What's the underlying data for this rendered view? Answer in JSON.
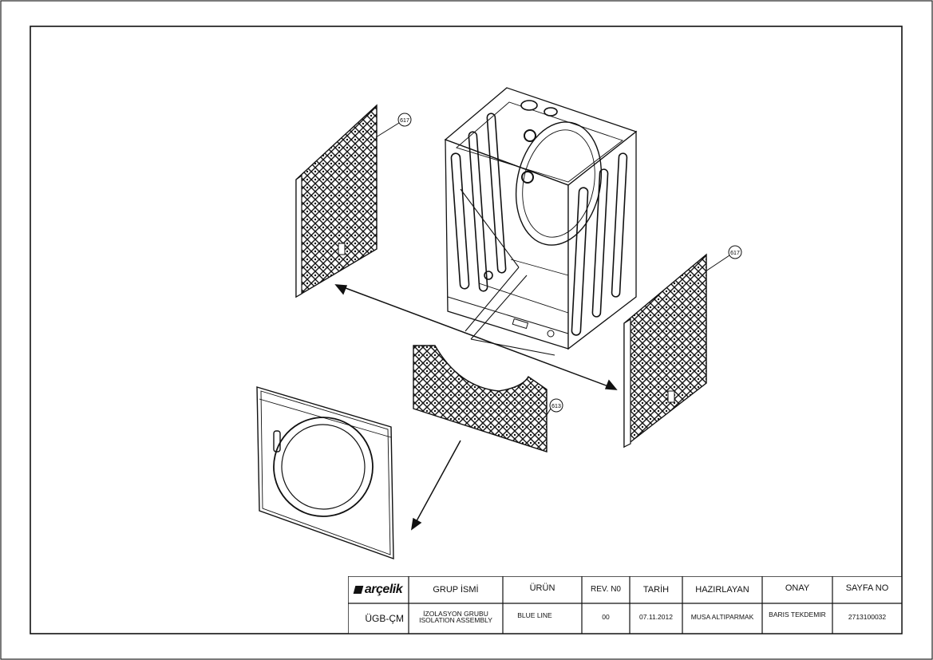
{
  "drawing": {
    "callouts": {
      "left_panel": "617",
      "right_panel": "617",
      "front_panel": "613"
    }
  },
  "title_block": {
    "logo": "arçelik",
    "headers": {
      "group_name": "GRUP İSMİ",
      "product": "ÜRÜN",
      "rev_no": "REV. N0",
      "date": "TARİH",
      "prepared_by": "HAZIRLAYAN",
      "approval": "ONAY",
      "page_no": "SAYFA NO"
    },
    "values": {
      "code": "ÜGB-ÇM",
      "group_name_tr": "İZOLASYON GRUBU",
      "group_name_en": "ISOLATION ASSEMBLY",
      "product": "BLUE LINE",
      "rev_no": "00",
      "date": "07.11.2012",
      "prepared_by": "MUSA ALTIPARMAK",
      "approval": "BARIS TEKDEMIR",
      "page_no": "2713100032"
    }
  }
}
